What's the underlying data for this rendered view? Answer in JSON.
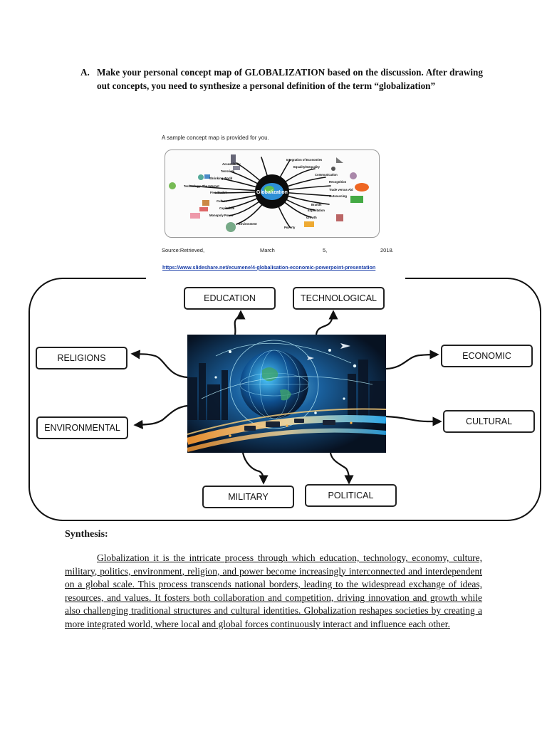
{
  "instruction": {
    "letter": "A.",
    "text": "Make your personal concept map of GLOBALIZATION based on the discussion. After drawing out concepts, you need to synthesize a personal definition of the term “globalization”"
  },
  "sample": {
    "caption": "A sample concept map is provided for you.",
    "map": {
      "center": "Globalization",
      "labels": [
        "Accessibility",
        "Terrorism",
        "Shrinking World",
        "Technology: The Internet",
        "Free Trade?",
        "Culture",
        "Capitalism",
        "Monopoly Power",
        "Environment",
        "Poverty",
        "Growth",
        "Exploitation",
        "Brands",
        "Outsourcing",
        "Trade versus Aid",
        "Recognition",
        "Communication",
        "Equality/Inequality",
        "Integration of Economies"
      ]
    },
    "source": {
      "prefix": "Source:Retrieved,",
      "month": "March",
      "day": "5,",
      "year": "2018.",
      "url": "https://www.slideshare.net/ecumene/4-globalisation-economic-powerpoint-presentation"
    }
  },
  "concept_map": {
    "nodes": {
      "education": "EDUCATION",
      "technological": "TECHNOLOGICAL",
      "religions": "RELIGIONS",
      "economic": "ECONOMIC",
      "environmental": "ENVIRONMENTAL",
      "cultural": "CULTURAL",
      "military": "MILITARY",
      "political": "POLITICAL"
    }
  },
  "synthesis": {
    "title": "Synthesis:",
    "text": "Globalization it is the intricate process through which education, technology, economy, culture, military, politics, environment, religion, and power become increasingly interconnected and interdependent on a global scale. This process transcends national borders, leading to the widespread exchange of ideas, resources, and values. It fosters both collaboration and competition, driving innovation and growth while also challenging traditional structures and cultural identities. Globalization reshapes societies by creating a more integrated world, where local and global forces continuously interact and influence each other."
  },
  "colors": {
    "link": "#1b3fa8",
    "image_dark": "#0b1a2e",
    "image_glow": "#2fb7ff",
    "image_warm": "#ff9a2f"
  }
}
